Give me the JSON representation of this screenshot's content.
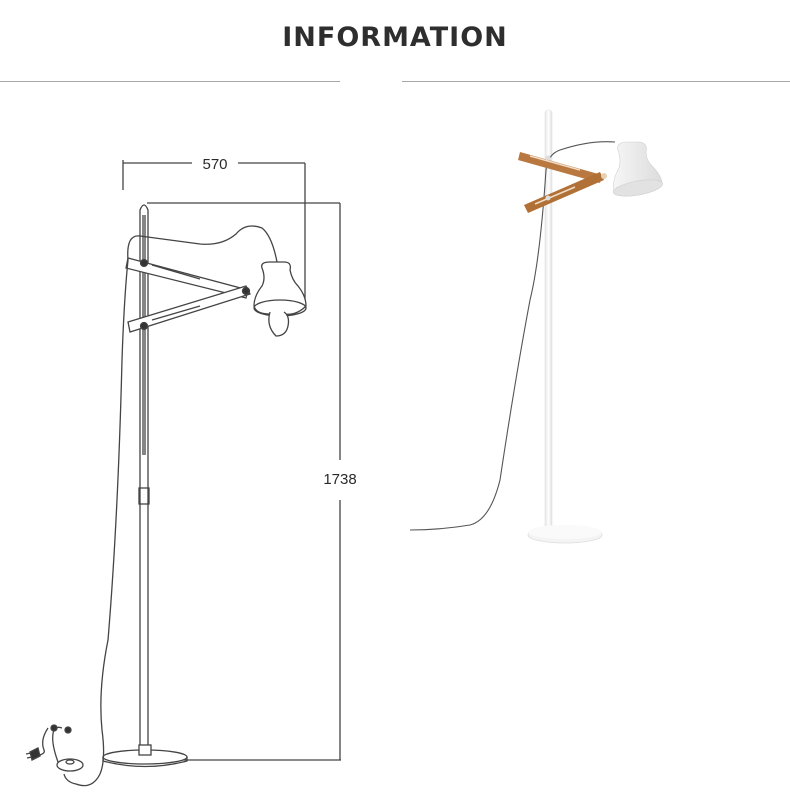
{
  "header": {
    "title": "INFORMATION"
  },
  "drawing": {
    "width_dimension": "570",
    "height_dimension": "1738",
    "subject": "floor-lamp-technical-drawing"
  },
  "photo": {
    "subject": "floor-lamp-product-photo",
    "colors": {
      "body": "#f2f2f2",
      "arms": "#b9783f",
      "cord": "#555555"
    }
  }
}
